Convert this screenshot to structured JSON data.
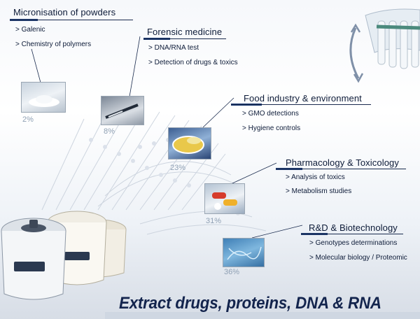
{
  "sections": {
    "micronisation": {
      "title": "Micronisation of powders",
      "items": [
        "> Galenic",
        "> Chemistry of polymers"
      ]
    },
    "forensic": {
      "title": "Forensic medicine",
      "items": [
        "> DNA/RNA test",
        "> Detection of drugs & toxics"
      ]
    },
    "food": {
      "title": "Food industry & environment",
      "items": [
        "> GMO detections",
        "> Hygiene controls"
      ]
    },
    "pharmacology": {
      "title": "Pharmacology & Toxicology",
      "items": [
        "> Analysis of toxics",
        "> Metabolism studies"
      ]
    },
    "rnd": {
      "title": "R&D & Biotechnology",
      "items": [
        "> Genotypes determinations",
        "> Molecular biology / Proteomic"
      ]
    }
  },
  "shares": {
    "micronisation": "2%",
    "forensic": "8%",
    "food": "23%",
    "pharmacology": "31%",
    "rnd": "36%"
  },
  "headline": "Extract drugs, proteins, DNA & RNA",
  "colors": {
    "navy": "#13244d",
    "accent_bar": "#1c3a73",
    "percent_gray": "#8fa0b4"
  }
}
